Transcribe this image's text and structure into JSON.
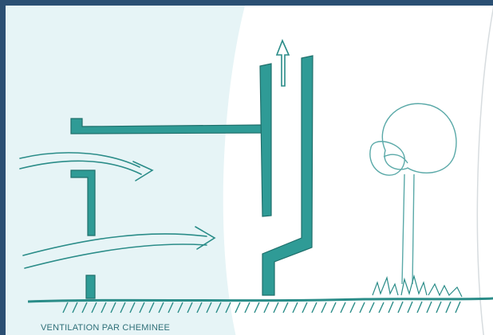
{
  "diagram": {
    "caption": "VENTILATION PAR CHEMINEE",
    "colors": {
      "frame": "#2b4f73",
      "ink": "#2a8c88",
      "wall_fill": "#2f9b96",
      "panel": "#e6f4f6",
      "tree": "#5aa9a8"
    },
    "elements": [
      "building-section",
      "chimney-stack",
      "airflow-arrows",
      "tree",
      "ground-hatching"
    ]
  }
}
